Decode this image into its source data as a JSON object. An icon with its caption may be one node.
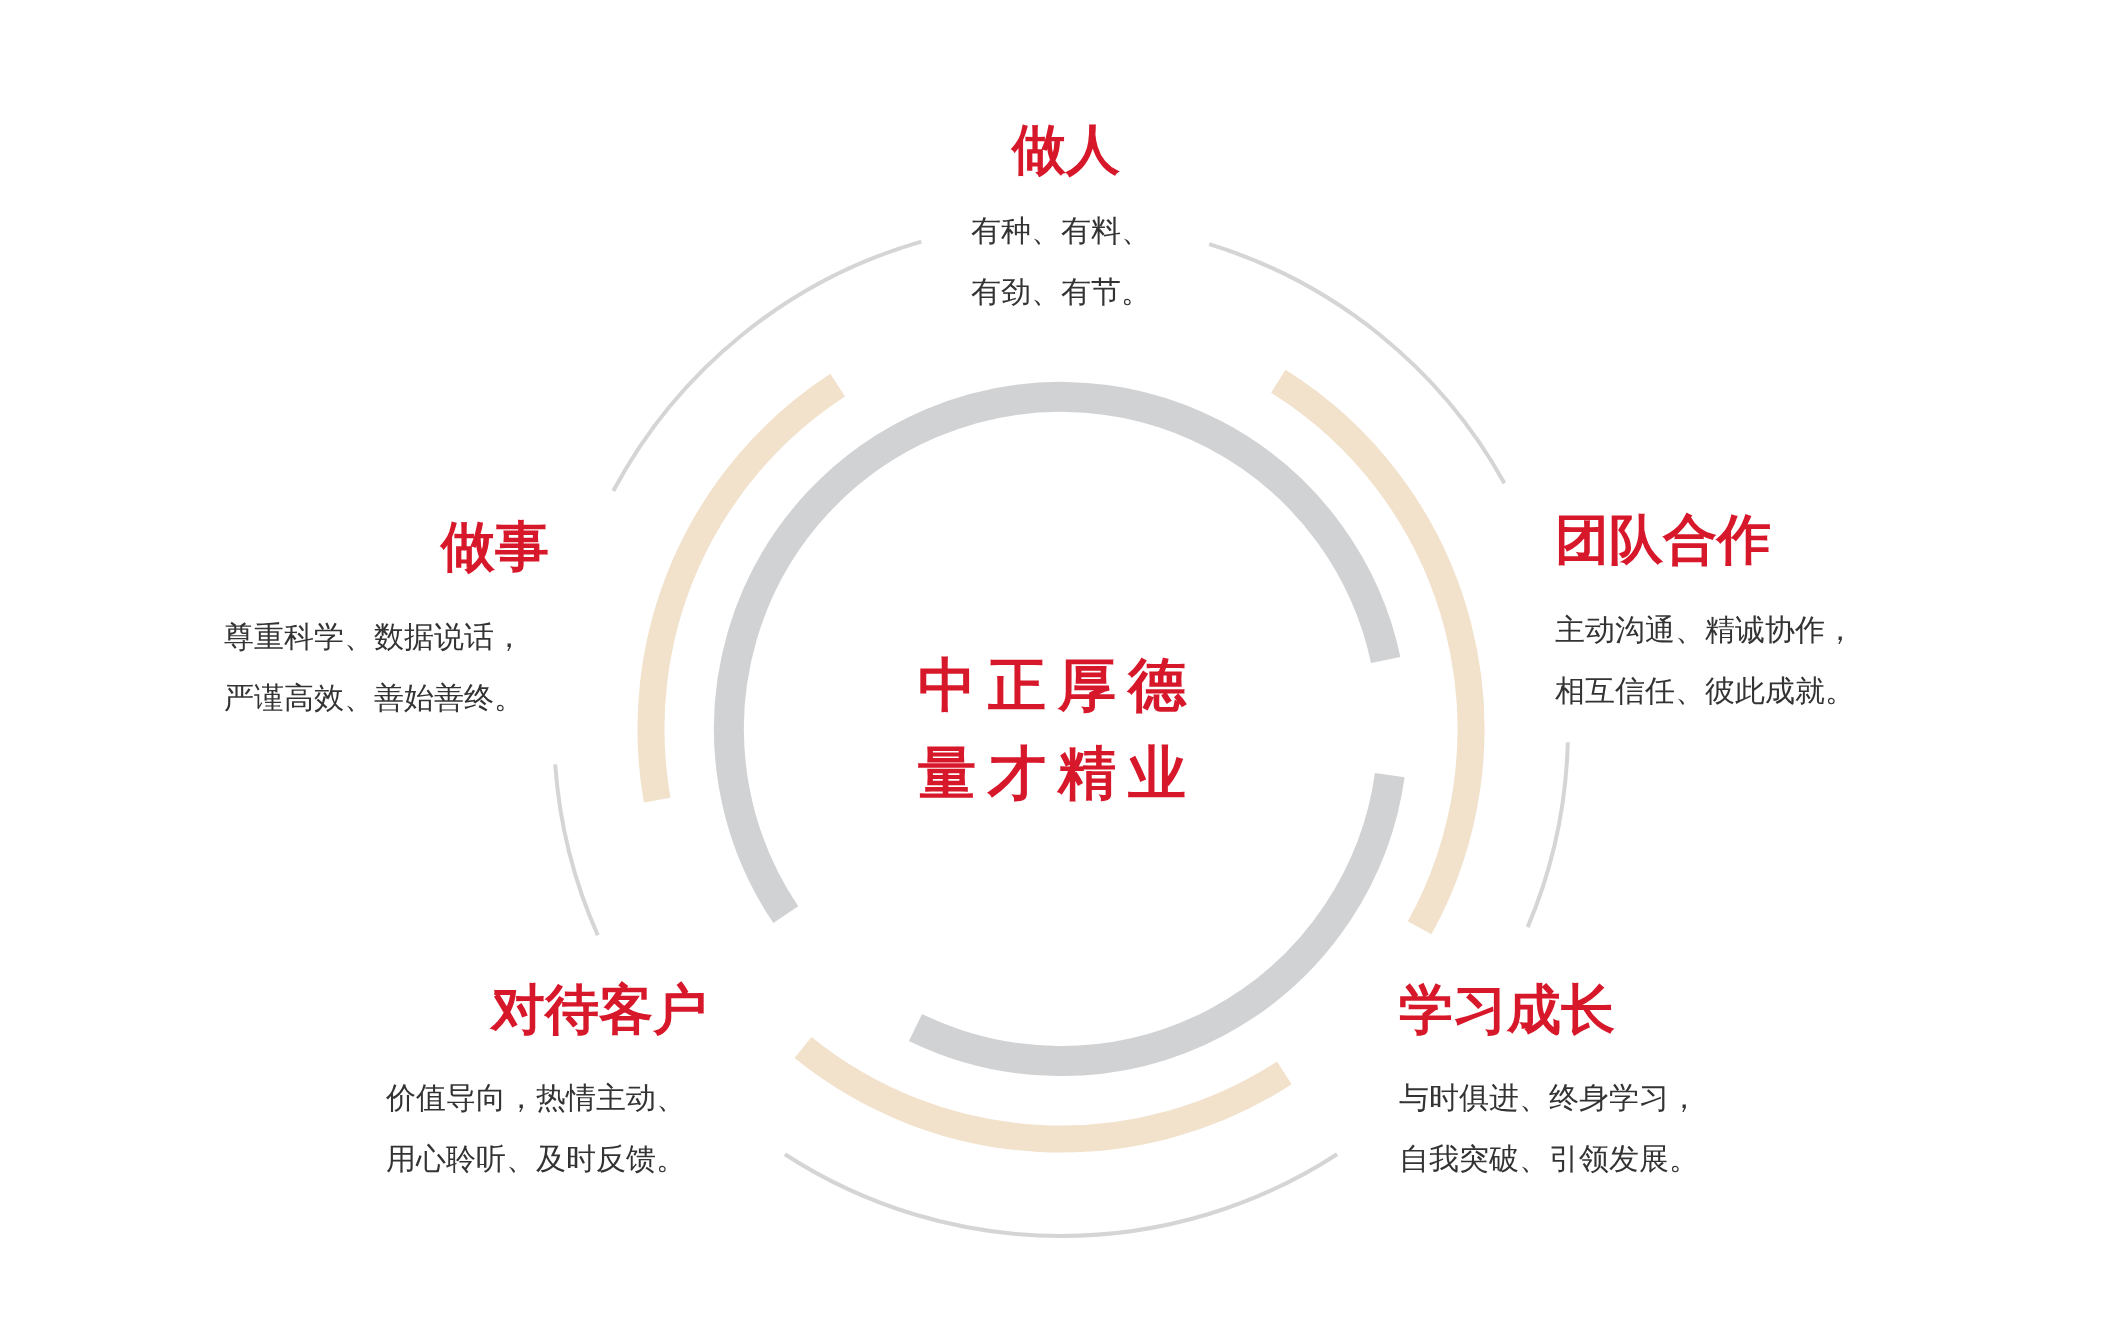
{
  "diagram": {
    "labels": [
      "做人",
      "有种、有料、有劲、有节。",
      "做事",
      "尊重科学、数据说话，严谨高效、善始善终。",
      "中正厚德",
      "量才精业",
      "团队合作",
      "主动沟通、精诚协作，相互信任、彼此成就。",
      "对待客户",
      "价值导向，热情主动、用心聆听、及时反馈。",
      "学习成长",
      "与时俱进、终身学习，自我突破、引领发展。"
    ]
  }
}
